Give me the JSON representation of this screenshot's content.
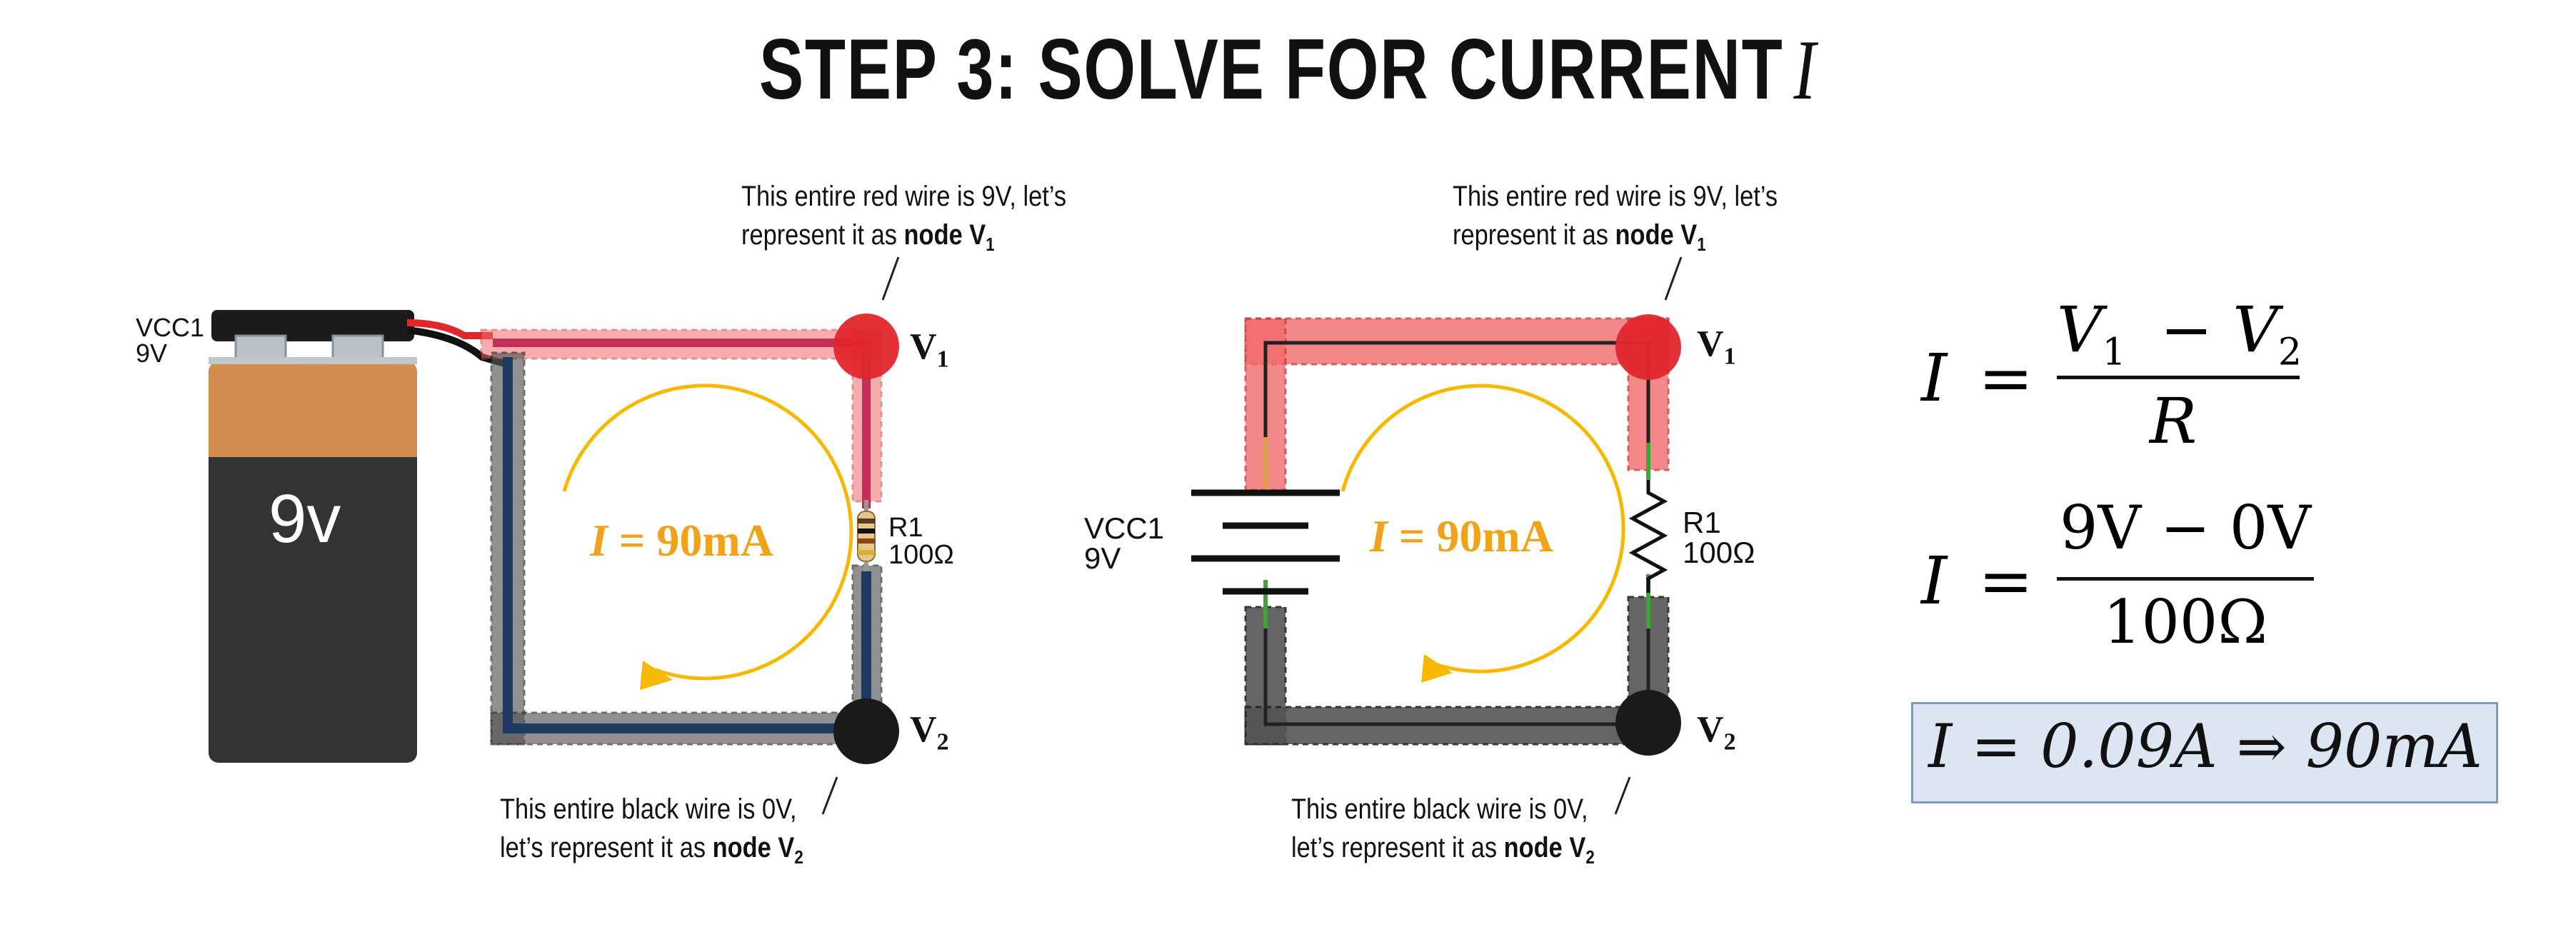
{
  "title": {
    "text": "STEP 3: SOLVE FOR CURRENT",
    "variable": "I"
  },
  "left_panel": {
    "battery": {
      "label": "9v",
      "ref_name": "VCC1",
      "ref_value": "9V"
    },
    "resistor": {
      "name": "R1",
      "value": "100Ω"
    },
    "current_label": {
      "italic": "I",
      "rest": " = 90mA"
    },
    "node_top": {
      "name": "V",
      "sub": "1"
    },
    "node_bottom": {
      "name": "V",
      "sub": "2"
    },
    "ann_top": {
      "line1": "This entire red wire is 9V, let’s",
      "line2": "represent it as ",
      "bold": "node V",
      "sub": "1"
    },
    "ann_bottom": {
      "line1": "This entire black wire is 0V,",
      "line2": "let’s represent it as ",
      "bold": "node V",
      "sub": "2"
    }
  },
  "right_panel": {
    "source": {
      "ref_name": "VCC1",
      "ref_value": "9V"
    },
    "resistor": {
      "name": "R1",
      "value": "100Ω"
    },
    "current_label": {
      "italic": "I",
      "rest": " = 90mA"
    },
    "node_top": {
      "name": "V",
      "sub": "1"
    },
    "node_bottom": {
      "name": "V",
      "sub": "2"
    },
    "ann_top": {
      "line1": "This entire red wire is 9V, let’s",
      "line2": "represent it as ",
      "bold": "node V",
      "sub": "1"
    },
    "ann_bottom": {
      "line1": "This entire black wire is 0V,",
      "line2": "let’s represent it as ",
      "bold": "node V",
      "sub": "2"
    }
  },
  "equations": {
    "eq1": {
      "lhs": "I",
      "eq": "=",
      "num_a": "V",
      "num_a_sub": "1",
      "minus": "−",
      "num_b": "V",
      "num_b_sub": "2",
      "den": "R"
    },
    "eq2": {
      "lhs": "I",
      "eq": "=",
      "num": "9V − 0V",
      "den": "100Ω"
    },
    "eq3": {
      "text": "I = 0.09A ⇒ 90mA"
    }
  },
  "colors": {
    "red_node": "#e0262c",
    "red_highlight": "#f26b6b",
    "black_node": "#1a1a1a",
    "gray_highlight": "#555555",
    "current_orange": "#f0a21a",
    "arrow_yellow": "#f6b800",
    "battery_copper": "#d38d4f",
    "battery_body": "#333333",
    "box_fill": "#dce6f2"
  }
}
